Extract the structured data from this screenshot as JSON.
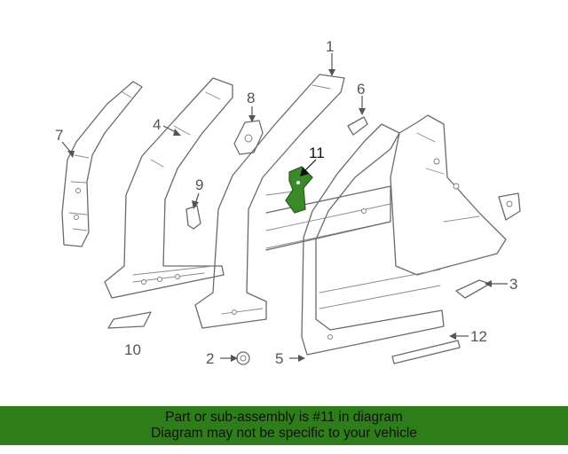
{
  "highlight_color": "#3a8a2a",
  "banner_color": "#2e7d1a",
  "callouts": {
    "c1": "1",
    "c2": "2",
    "c3": "3",
    "c4": "4",
    "c5": "5",
    "c6": "6",
    "c7": "7",
    "c8": "8",
    "c9": "9",
    "c10": "10",
    "c11": "11",
    "c12": "12"
  },
  "banner": {
    "line1": "Part or sub-assembly is #11 in diagram",
    "line2": "Diagram may not be specific to your vehicle"
  }
}
